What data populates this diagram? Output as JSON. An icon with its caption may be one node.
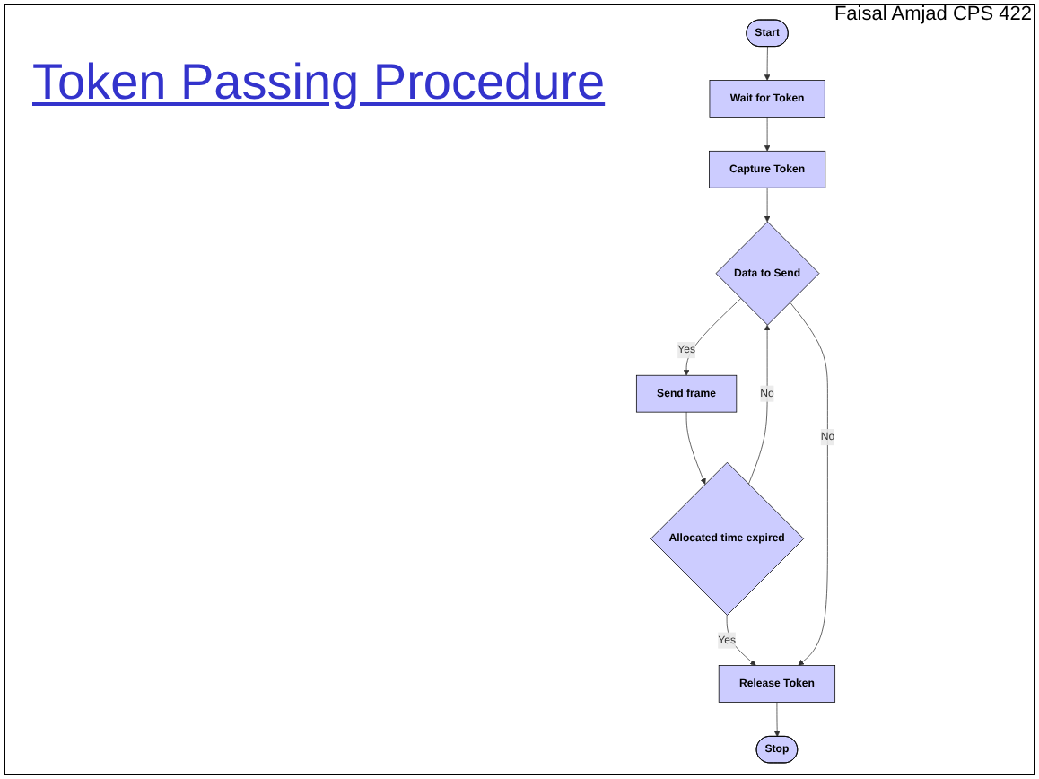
{
  "diagram": {
    "title": "Token Passing Procedure",
    "nodes": [
      {
        "text": [
          "Start"
        ]
      },
      {
        "text": [
          "Wait for Token"
        ]
      },
      {
        "text": [
          "Capture Token"
        ]
      },
      {
        "text": [
          "Data to Send"
        ]
      },
      {
        "text": [
          "Send frame"
        ]
      },
      {
        "text": [
          "Allocated time expired"
        ]
      },
      {
        "text": [
          "Release Token"
        ]
      },
      {
        "text": [
          "Stop"
        ]
      }
    ],
    "edges": [
      {
        "from": 0,
        "to": 1,
        "arrow": "to"
      },
      {
        "from": 1,
        "to": 2,
        "arrow": "to"
      },
      {
        "from": 2,
        "to": 3,
        "arrow": "to"
      },
      {
        "from": 3,
        "to": 4,
        "arrow": "to",
        "label": "Yes"
      },
      {
        "from": 4,
        "to": 5,
        "arrow": "to"
      },
      {
        "from": 5,
        "to": 3,
        "arrow": "to",
        "label": "No"
      },
      {
        "from": 5,
        "to": 6,
        "arrow": "to",
        "label": "Yes"
      },
      {
        "from": 3,
        "to": 6,
        "arrow": "to",
        "label": "No"
      },
      {
        "from": 6,
        "to": 7,
        "arrow": "to"
      }
    ],
    "labels": [
      "Faisal Amjad CPS 422"
    ]
  }
}
